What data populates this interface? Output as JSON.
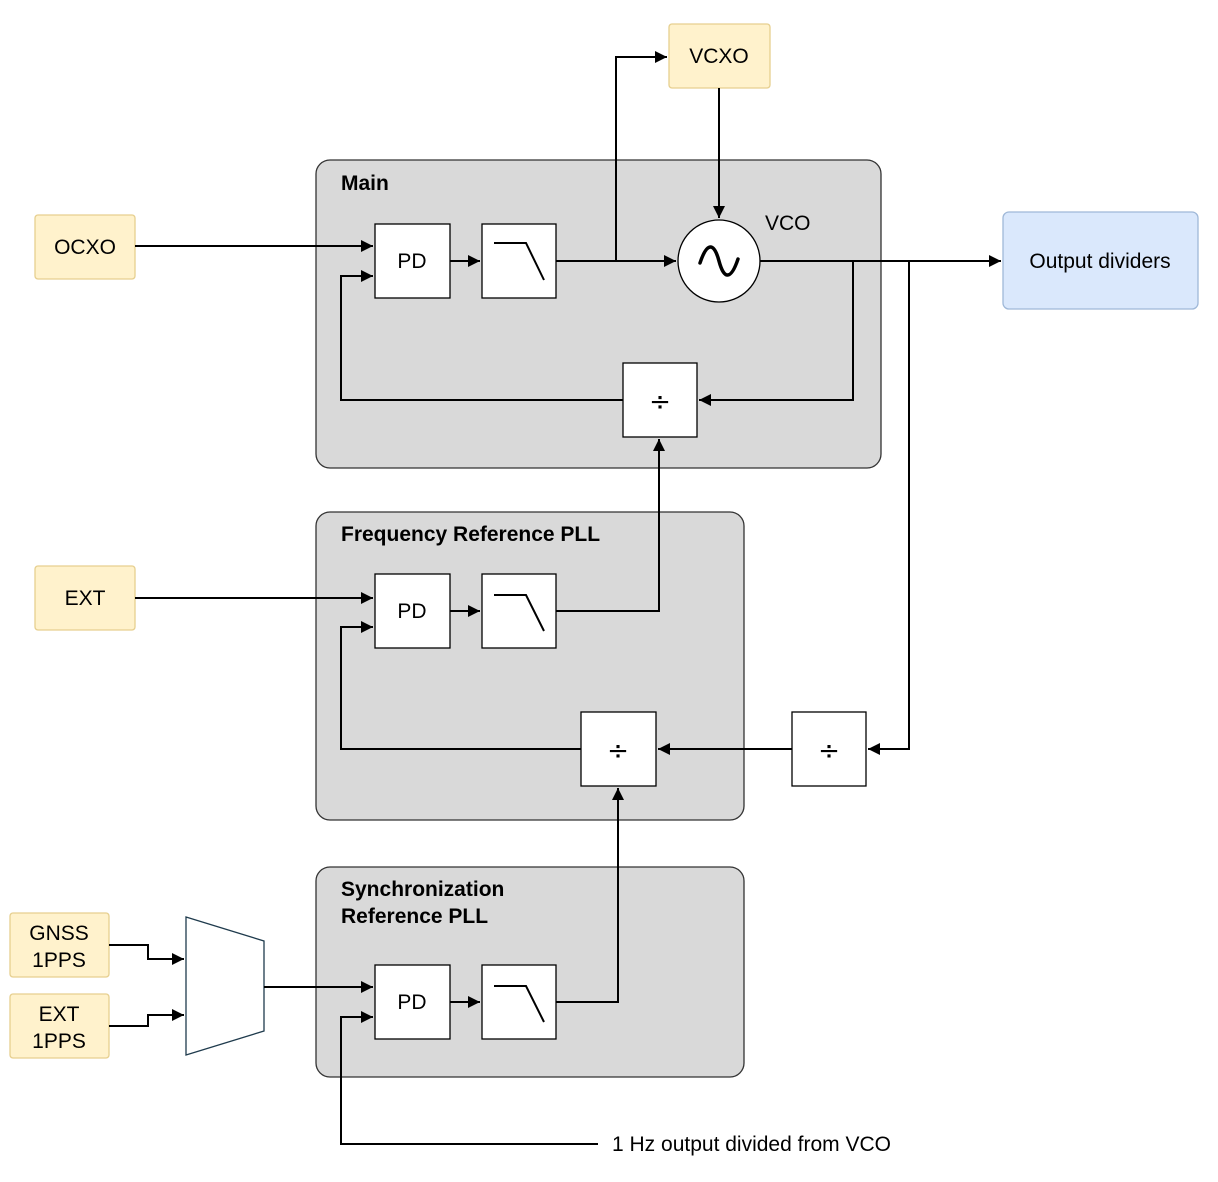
{
  "groups": {
    "main": "Main",
    "freq_ref": "Frequency Reference PLL",
    "sync_ref_line1": "Synchronization",
    "sync_ref_line2": "Reference PLL"
  },
  "sources": {
    "vcxo": "VCXO",
    "ocxo": "OCXO",
    "ext": "EXT",
    "gnss_line1": "GNSS",
    "gnss_line2": "1PPS",
    "ext1pps_line1": "EXT",
    "ext1pps_line2": "1PPS"
  },
  "blocks": {
    "pd": "PD",
    "divider": "÷",
    "vco": "VCO"
  },
  "outputs": {
    "output_dividers": "Output dividers",
    "one_hz_note": "1 Hz output divided from VCO"
  }
}
